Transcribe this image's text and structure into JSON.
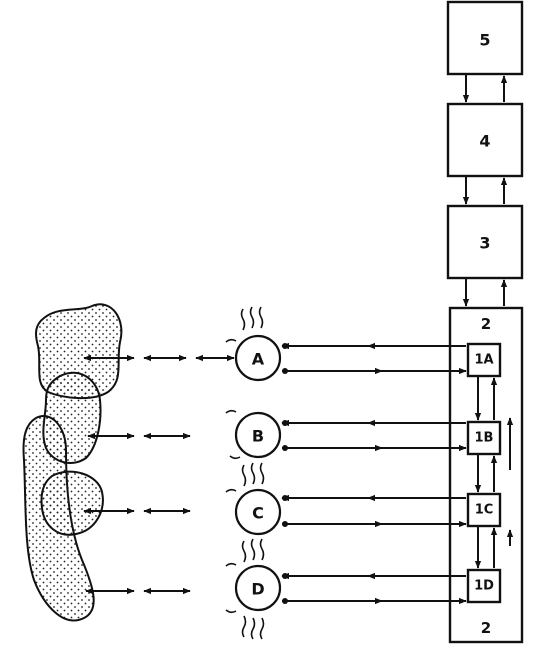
{
  "blocks": {
    "block_5": "5",
    "block_4": "4",
    "block_3": "3",
    "block_2_top": "2",
    "block_2_bottom": "2"
  },
  "modules": {
    "m1a": "1A",
    "m1b": "1B",
    "m1c": "1C",
    "m1d": "1D"
  },
  "nodes": {
    "a": "A",
    "b": "B",
    "c": "C",
    "d": "D"
  }
}
